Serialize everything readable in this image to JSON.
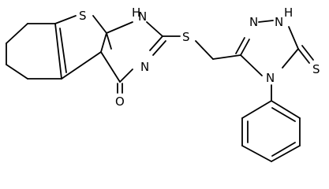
{
  "molecule": {
    "atom_labels": {
      "thiophene_s": "S",
      "nh_pyrimidine": "H",
      "nh_pyrimidine_n": "N",
      "n3_pyrimidine": "N",
      "carbonyl_o": "O",
      "thioether_s": "S",
      "triazole_n1": "N",
      "triazole_nh_h": "H",
      "triazole_nh_n": "N",
      "triazole_n4": "N",
      "thione_s": "S"
    }
  }
}
